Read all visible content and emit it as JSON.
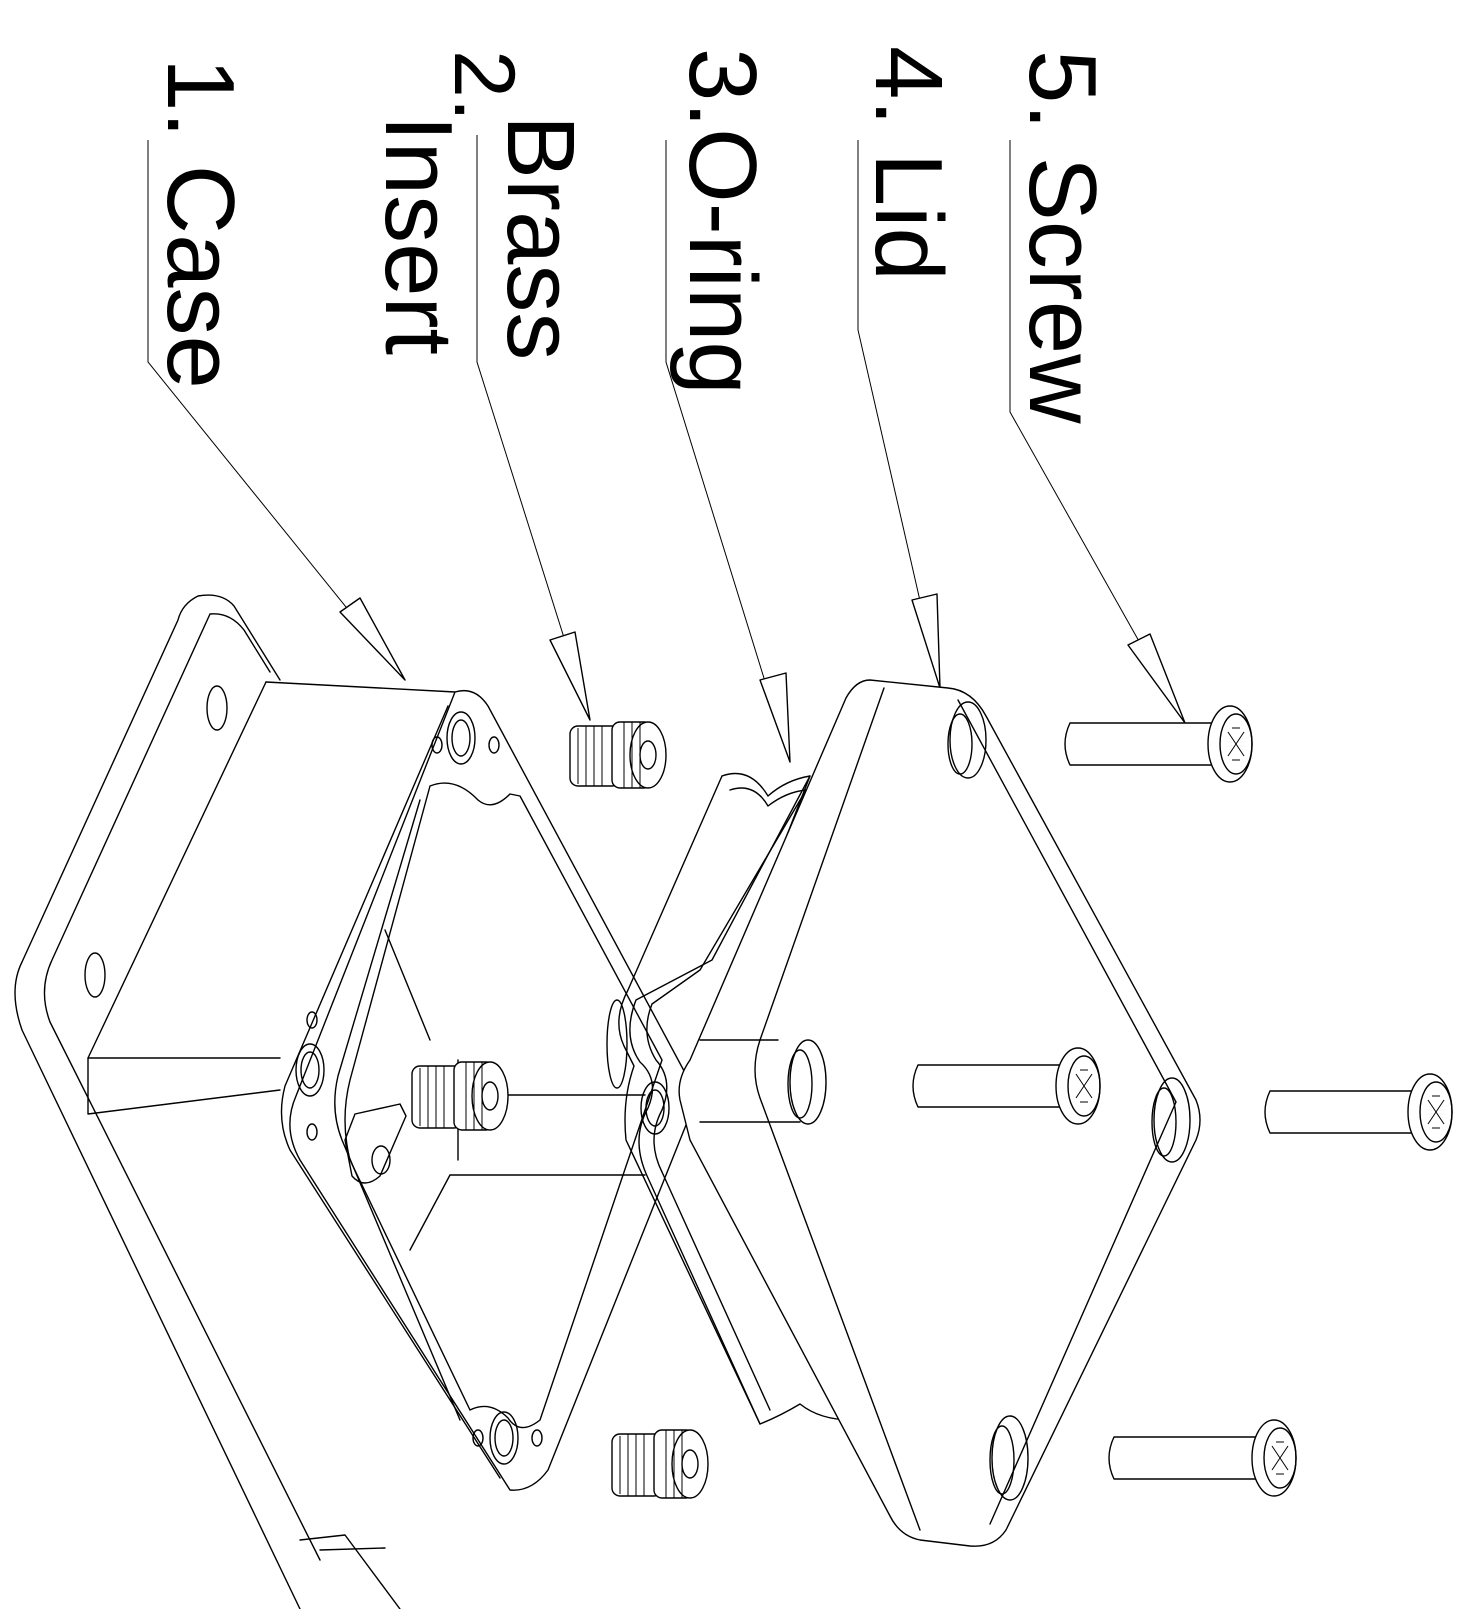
{
  "labels": {
    "case": "1. Case",
    "brass_num": "2.",
    "brass": "Brass",
    "insert": "Insert",
    "oring": "3.O-ring",
    "lid": "4. Lid",
    "screw": "5. Screw"
  }
}
